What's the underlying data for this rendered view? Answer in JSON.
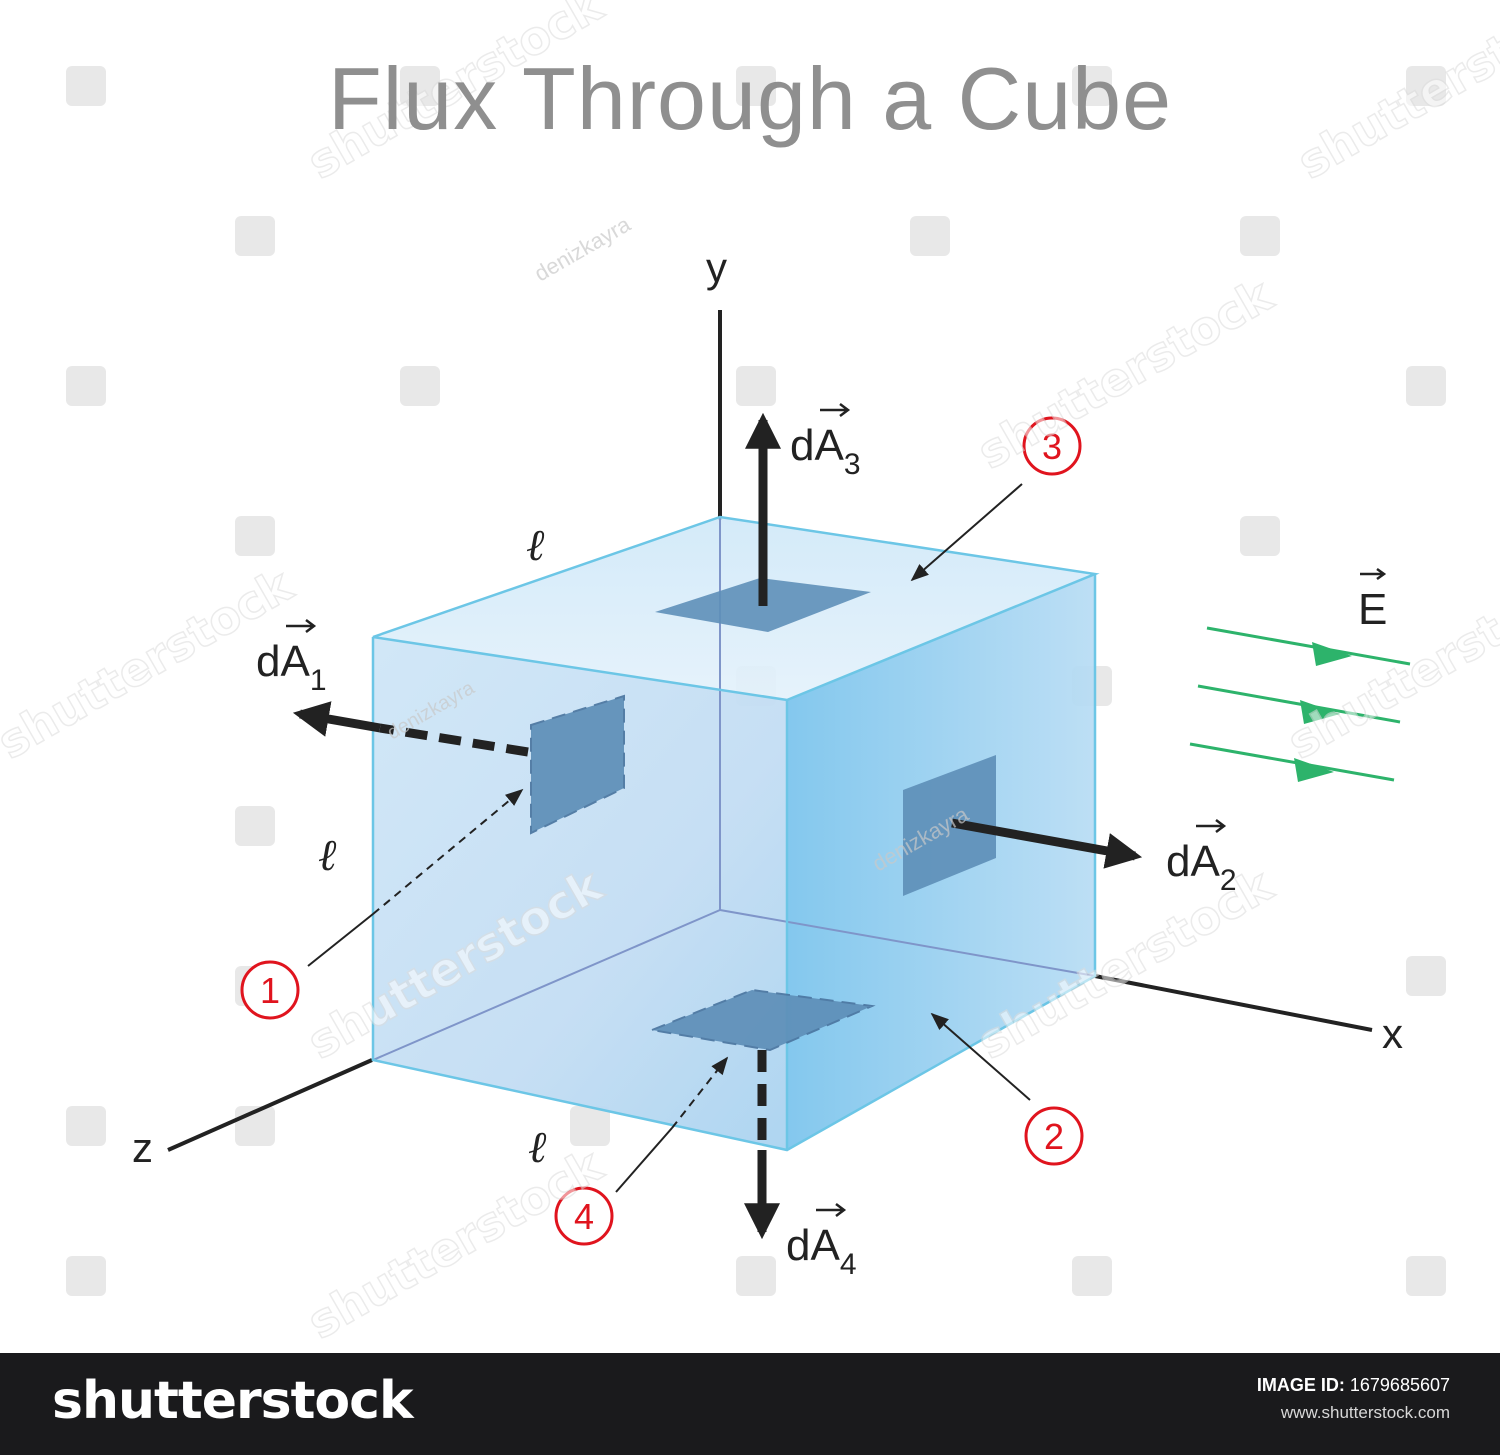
{
  "title": "Flux Through a Cube",
  "axes": {
    "x": "x",
    "y": "y",
    "z": "z"
  },
  "edge_length_symbol": "ℓ",
  "field_label": "E",
  "area_vectors": [
    {
      "letter": "A",
      "prefix": "d",
      "subscript": "1"
    },
    {
      "letter": "A",
      "prefix": "d",
      "subscript": "2"
    },
    {
      "letter": "A",
      "prefix": "d",
      "subscript": "3"
    },
    {
      "letter": "A",
      "prefix": "d",
      "subscript": "4"
    }
  ],
  "face_markers": [
    "1",
    "2",
    "3",
    "4"
  ],
  "colors": {
    "field_lines": "#2db36b",
    "face_markers": "#e0141e",
    "cube_edges": "#6cc6e6",
    "area_patches": "#5e8fb8"
  },
  "watermark": {
    "brand": "shutterstock",
    "contributor": "denizkayra"
  },
  "footer": {
    "brand": "shutterstock",
    "image_id_label": "IMAGE ID:",
    "image_id": "1679685607",
    "url": "www.shutterstock.com"
  }
}
